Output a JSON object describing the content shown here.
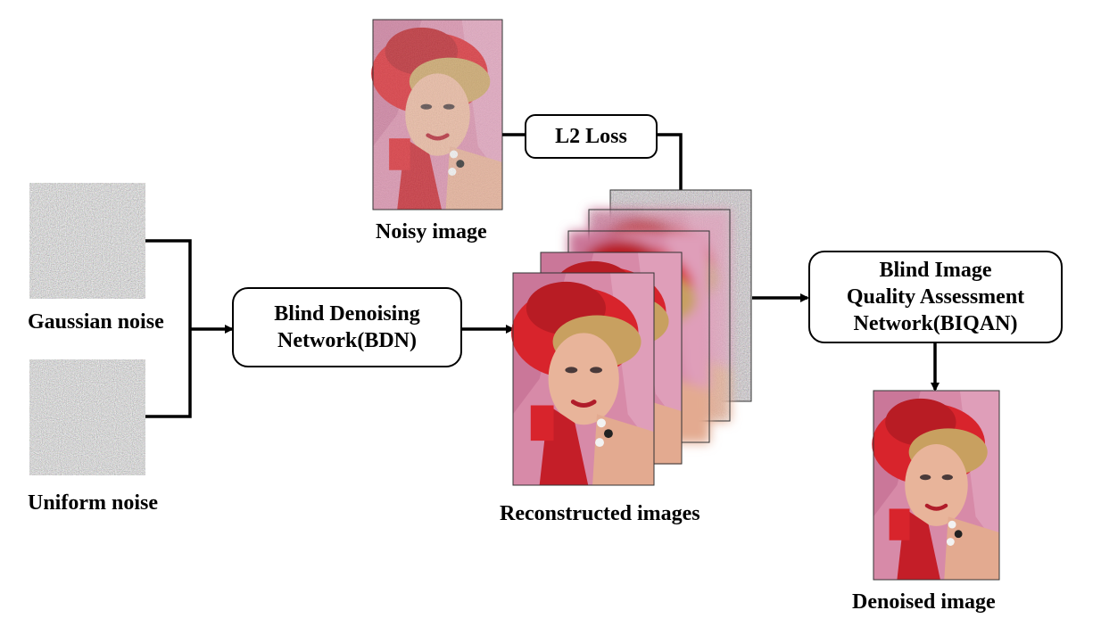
{
  "labels": {
    "noisy": "Noisy image",
    "gaussian": "Gaussian noise",
    "uniform": "Uniform noise",
    "reconstructed": "Reconstructed images",
    "denoised": "Denoised image"
  },
  "boxes": {
    "l2": "L2 Loss",
    "bdn_line1": "Blind Denoising",
    "bdn_line2": "Network(BDN)",
    "biqan_line1": "Blind Image",
    "biqan_line2": "Quality Assessment",
    "biqan_line3": "Network(BIQAN)"
  },
  "colors": {
    "hat_red": "#d8242c",
    "background_pink": "#d78aa8",
    "skin": "#e8b49a",
    "hair": "#c8a060",
    "noise_gray": "#8a8a8a",
    "line": "#000000"
  }
}
